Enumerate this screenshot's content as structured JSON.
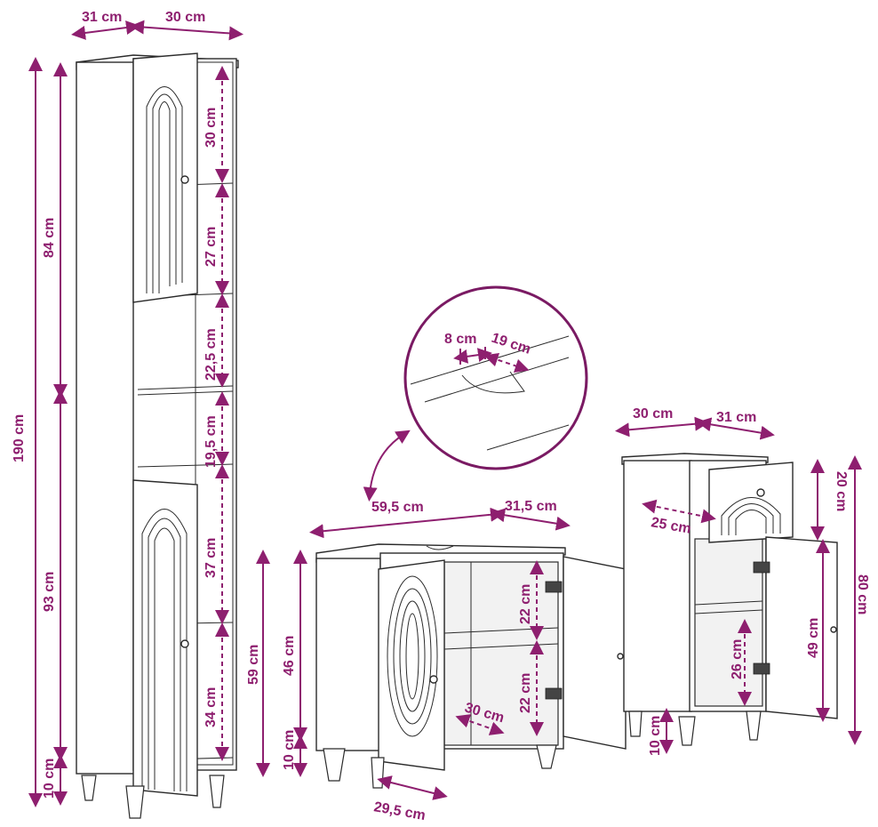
{
  "colors": {
    "dimension": "#8e1f6f",
    "outline": "#2b2b2b",
    "background": "#ffffff"
  },
  "tall_cabinet": {
    "depth": "31 cm",
    "width": "30 cm",
    "total_height": "190 cm",
    "upper_section": "84 cm",
    "lower_section": "93 cm",
    "leg_height": "10 cm",
    "shelf_1": "30 cm",
    "shelf_2": "27 cm",
    "shelf_3": "22,5 cm",
    "shelf_4": "19,5 cm",
    "shelf_5": "37 cm",
    "shelf_6": "34 cm"
  },
  "detail": {
    "cutout_width": "8 cm",
    "cutout_depth": "19 cm"
  },
  "vanity": {
    "width": "59,5 cm",
    "depth": "31,5 cm",
    "total_height": "59 cm",
    "body_height": "46 cm",
    "leg_height": "10 cm",
    "shelf_top": "22 cm",
    "shelf_bottom": "22 cm",
    "shelf_depth": "30 cm",
    "door_depth": "29,5 cm"
  },
  "small_cabinet": {
    "width": "30 cm",
    "depth": "31 cm",
    "drawer_height": "20 cm",
    "drawer_depth": "25 cm",
    "total_height": "80 cm",
    "door_height": "49 cm",
    "shelf_height": "26 cm",
    "leg_height": "10 cm"
  }
}
